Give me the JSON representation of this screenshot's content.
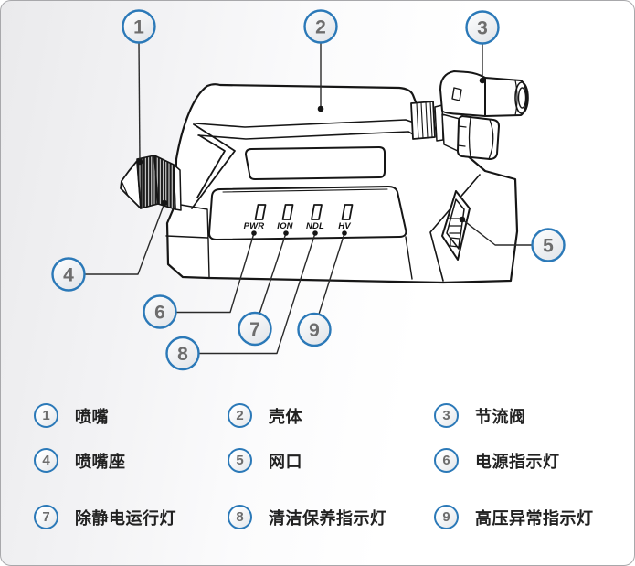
{
  "diagram": {
    "led_labels": [
      "PWR",
      "ION",
      "NDL",
      "HV"
    ],
    "callouts": [
      {
        "num": "1"
      },
      {
        "num": "2"
      },
      {
        "num": "3"
      },
      {
        "num": "4"
      },
      {
        "num": "5"
      },
      {
        "num": "6"
      },
      {
        "num": "7"
      },
      {
        "num": "8"
      },
      {
        "num": "9"
      }
    ]
  },
  "legend": {
    "items": [
      {
        "num": "1",
        "label": "喷嘴"
      },
      {
        "num": "2",
        "label": "壳体"
      },
      {
        "num": "3",
        "label": "节流阀"
      },
      {
        "num": "4",
        "label": "喷嘴座"
      },
      {
        "num": "5",
        "label": "网口"
      },
      {
        "num": "6",
        "label": "电源指示灯"
      },
      {
        "num": "7",
        "label": "除静电运行灯"
      },
      {
        "num": "8",
        "label": "清洁保养指示灯"
      },
      {
        "num": "9",
        "label": "高压异常指示灯"
      }
    ]
  },
  "colors": {
    "accent_blue": "#2b79b8",
    "number_gray": "#6d6d6d",
    "line_dark": "#161616",
    "label_dark": "#212121"
  }
}
